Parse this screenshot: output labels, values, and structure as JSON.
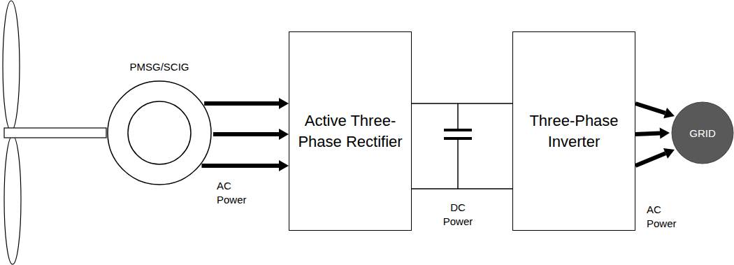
{
  "diagram": {
    "nodes": [
      {
        "text": [
          "PMSG/SCIG"
        ]
      },
      {
        "text": [
          "Active Three-Phase Rectifier"
        ]
      },
      {
        "text": [
          "Three-Phase Inverter"
        ]
      },
      {
        "text": [
          "GRID"
        ]
      }
    ],
    "edges": [
      {
        "from": 0,
        "to": 1,
        "arrow": "to"
      },
      {
        "from": 0,
        "to": 1,
        "arrow": "to"
      },
      {
        "from": 0,
        "to": 1,
        "arrow": "to"
      },
      {
        "from": 1,
        "to": 2,
        "arrow": "none"
      },
      {
        "from": 1,
        "to": 2,
        "arrow": "none"
      },
      {
        "from": 2,
        "to": 3,
        "arrow": "to"
      },
      {
        "from": 2,
        "to": 3,
        "arrow": "to"
      },
      {
        "from": 2,
        "to": 3,
        "arrow": "to"
      }
    ],
    "labels": [
      "AC Power",
      "DC Power",
      "AC Power"
    ]
  }
}
